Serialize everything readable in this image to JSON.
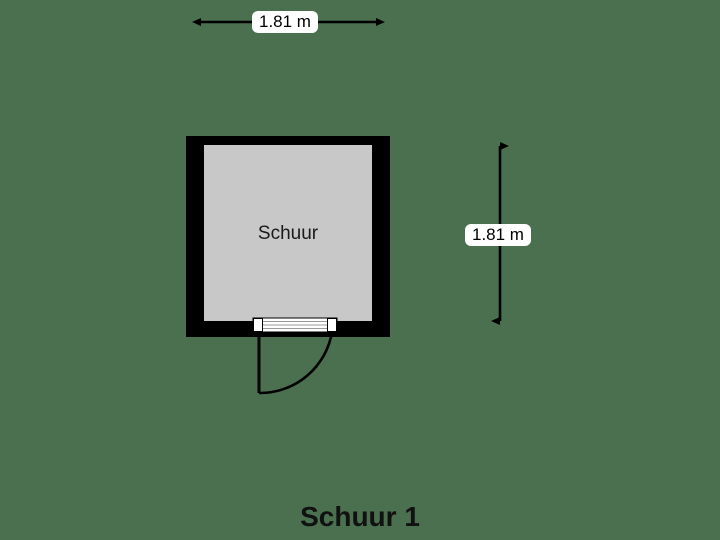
{
  "title": "Schuur 1",
  "background_color": "#4a7050",
  "rooms": [
    {
      "name": "Schuur",
      "wall_color": "#000000",
      "floor_color": "#c8c8c8"
    }
  ],
  "dimensions": {
    "top": {
      "label": "1.81 m",
      "orientation": "horizontal"
    },
    "right": {
      "label": "1.81 m",
      "orientation": "vertical"
    }
  },
  "openings": [
    {
      "type": "door",
      "name": "door-bottom",
      "swing": "outward-left-hinge"
    }
  ]
}
